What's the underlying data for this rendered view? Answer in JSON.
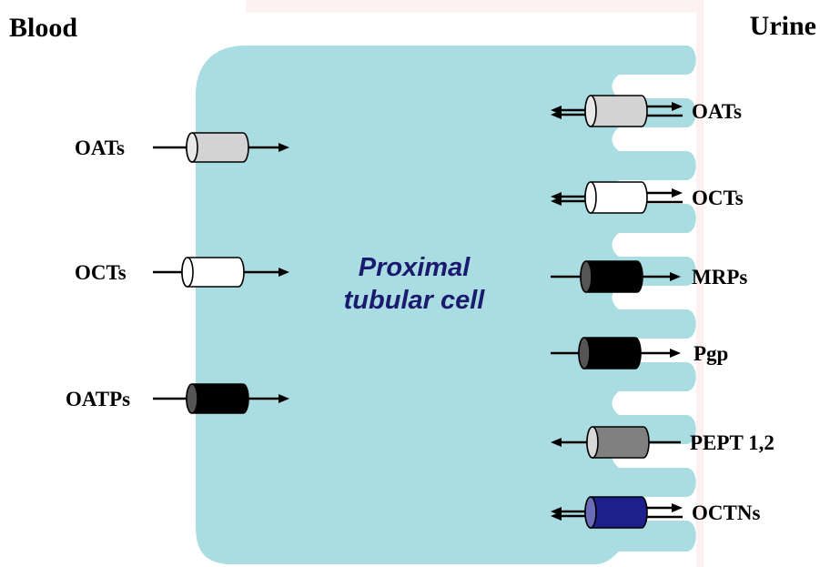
{
  "labels": {
    "blood": "Blood",
    "urine": "Urine",
    "cell_line1": "Proximal",
    "cell_line2": "tubular cell"
  },
  "colors": {
    "cell": "#aadde2",
    "light_gray": "#d3d3d3",
    "white": "#ffffff",
    "black": "#000000",
    "medium_gray": "#808080",
    "navy": "#1c1f8c"
  },
  "basolateral_transporters": [
    {
      "label": "OATs",
      "color": "#d3d3d3",
      "direction": "in"
    },
    {
      "label": "OCTs",
      "color": "#ffffff",
      "direction": "in"
    },
    {
      "label": "OATPs",
      "color": "#000000",
      "direction": "in"
    }
  ],
  "apical_transporters": [
    {
      "label": "OATs",
      "color": "#d3d3d3",
      "direction": "both"
    },
    {
      "label": "OCTs",
      "color": "#ffffff",
      "direction": "both"
    },
    {
      "label": "MRPs",
      "color": "#000000",
      "direction": "out"
    },
    {
      "label": "Pgp",
      "color": "#000000",
      "direction": "out"
    },
    {
      "label": "PEPT 1,2",
      "color": "#808080",
      "direction": "in"
    },
    {
      "label": "OCTNs",
      "color": "#1c1f8c",
      "direction": "both"
    }
  ]
}
